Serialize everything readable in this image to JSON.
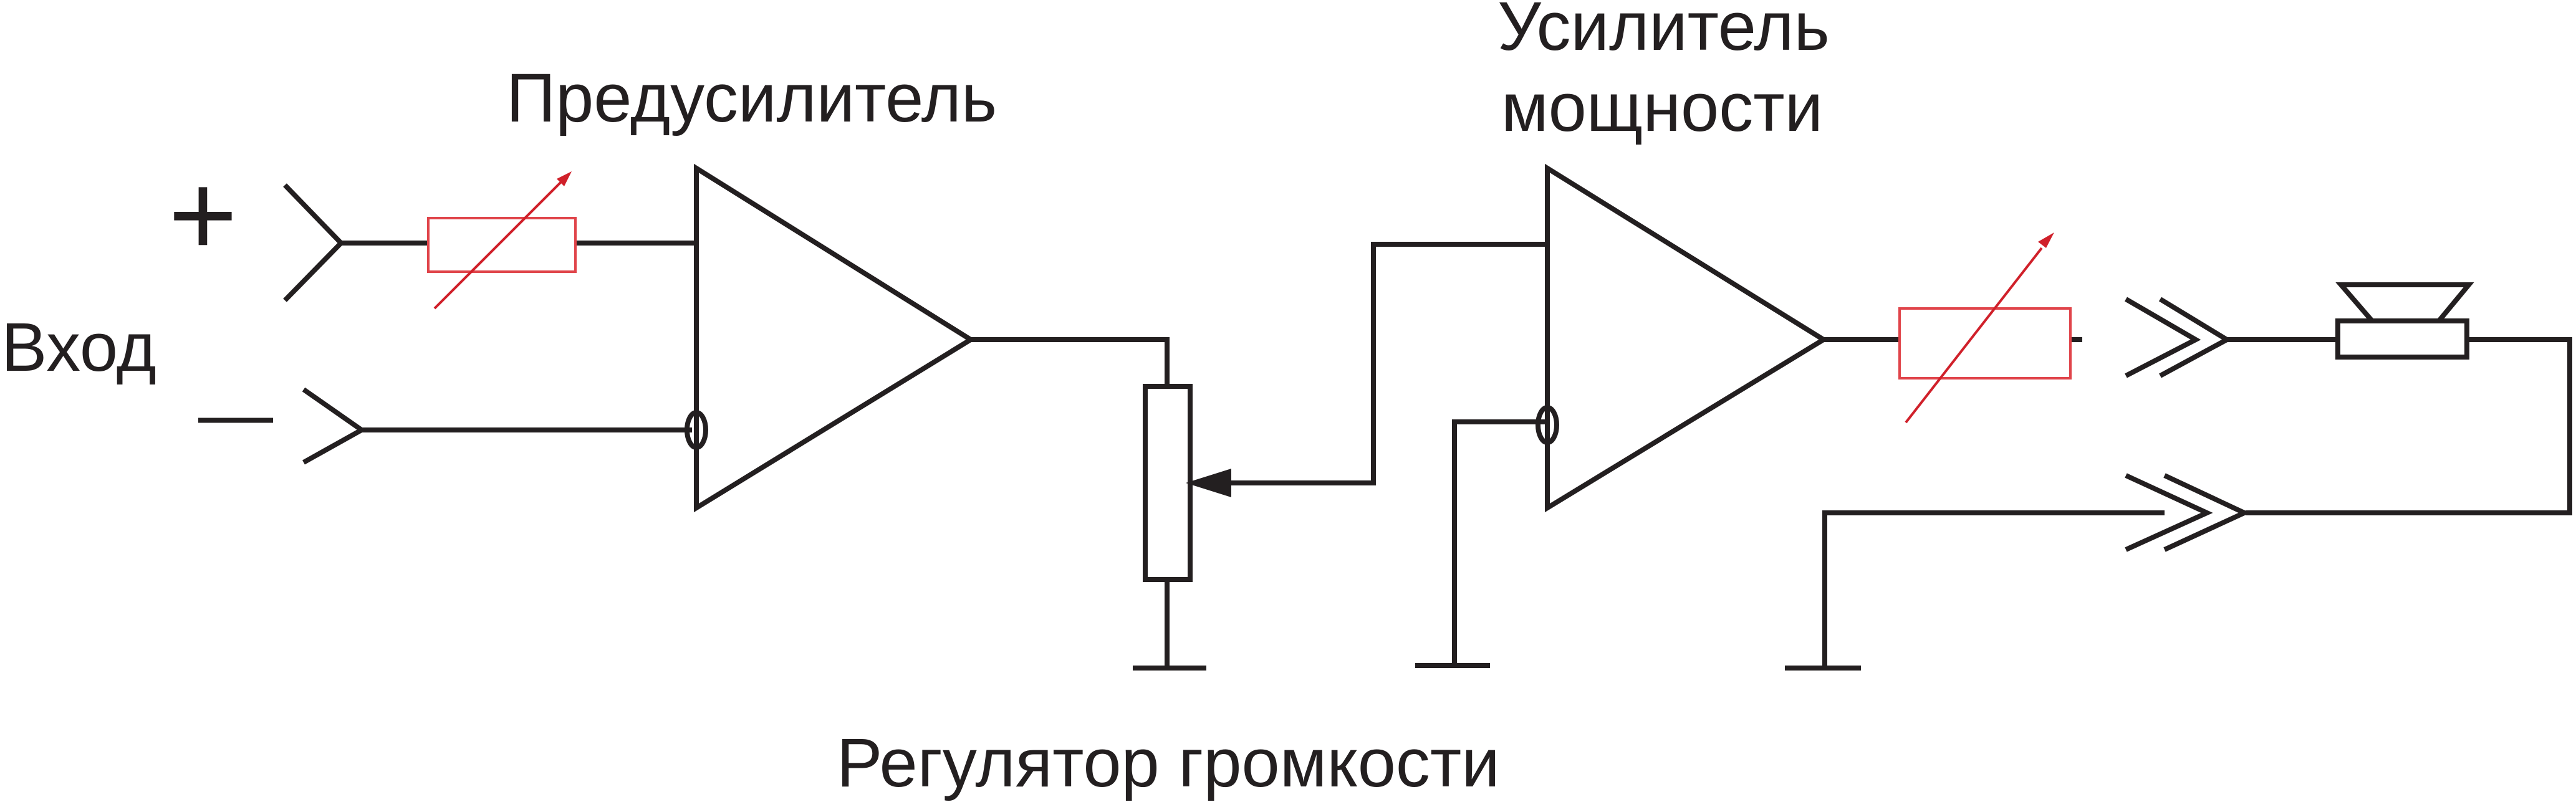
{
  "labels": {
    "input": "Вход",
    "plus": "+",
    "minus": "—",
    "preamp": "Предусилитель",
    "power_amp_line1": "Усилитель",
    "power_amp_line2": "мощности",
    "volume": "Регулятор громкости"
  },
  "colors": {
    "line": "#231f20",
    "variable_resistor_arrow": "#d0202a",
    "variable_resistor_box": "#e0444a",
    "background": "#ffffff"
  }
}
